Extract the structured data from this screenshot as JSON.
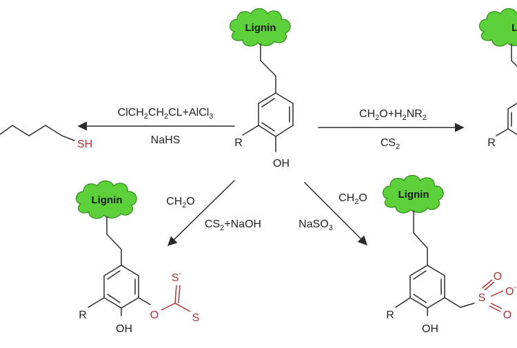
{
  "colors": {
    "cloud": "#5cd139",
    "cloud_edge": "#2e8a1a",
    "modification": "#b03030",
    "bond": "#2a2a2a"
  },
  "labels": {
    "lignin": "Lignin",
    "oh": "OH",
    "r": "R",
    "sh": "SH",
    "s": "S",
    "o": "O"
  },
  "reagents": {
    "left": {
      "main": "ClCH",
      "sub1": "2",
      "mid": "CH",
      "sub2": "2",
      "tail": "CL+AlCl",
      "sub3": "3",
      "below": "NaHS"
    },
    "right": {
      "main": "CH",
      "sub1": "2",
      "mid": "O+H",
      "sub2": "2",
      "tail": "NR",
      "sub3": "2",
      "below_main": "CS",
      "below_sub": "2"
    },
    "lower_left": {
      "top_main": "CH",
      "top_sub": "2",
      "top_tail": "O",
      "bottom_main": "CS",
      "bottom_sub": "2",
      "bottom_tail": "+NaOH"
    },
    "lower_right": {
      "top_main": "CH",
      "top_sub": "2",
      "top_tail": "O",
      "bottom": "NaSO",
      "bottom_sub": "3"
    }
  }
}
